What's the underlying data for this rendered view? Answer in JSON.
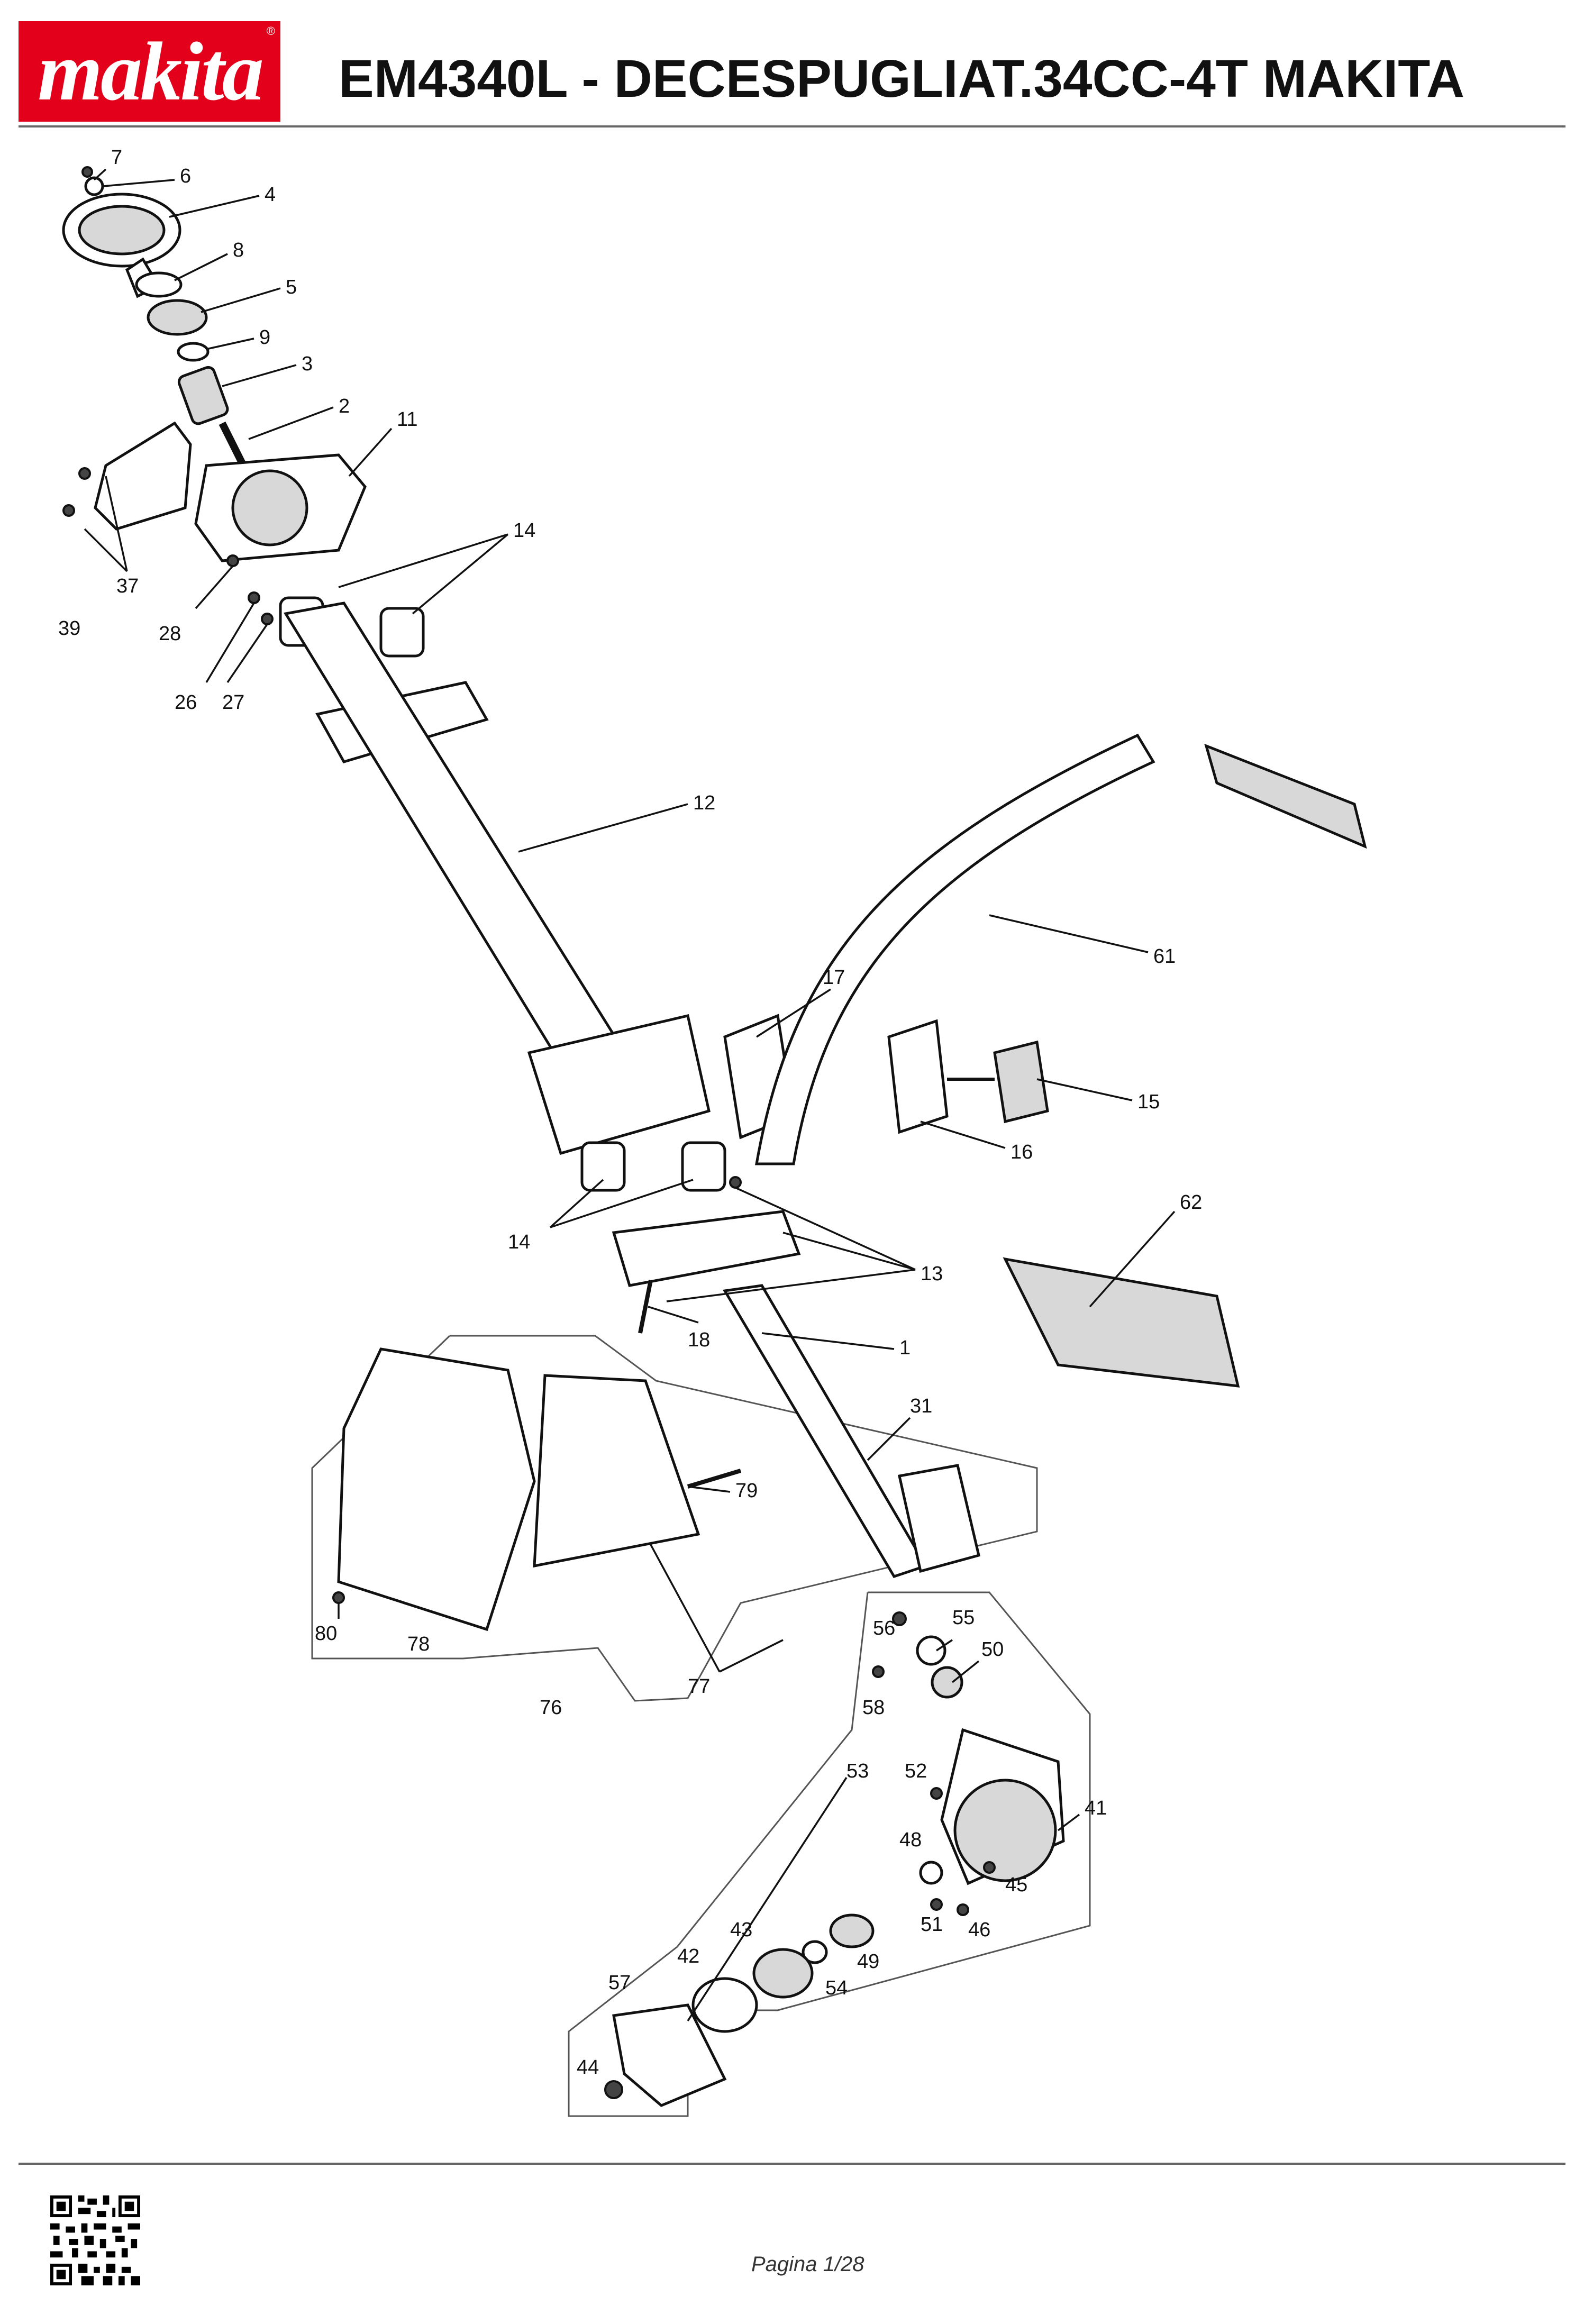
{
  "header": {
    "brand": "makita",
    "title": "EM4340L - DECESPUGLIAT.34CC-4T MAKITA"
  },
  "footer": {
    "page": "Pagina 1/28"
  },
  "icons": {
    "qr": "qr-code-icon"
  },
  "colors": {
    "brand_red": "#e2001a",
    "line": "#111111",
    "rule": "#666666"
  },
  "callouts": [
    "7",
    "6",
    "4",
    "8",
    "5",
    "9",
    "3",
    "2",
    "11",
    "14",
    "37",
    "39",
    "28",
    "26",
    "27",
    "12",
    "61",
    "17",
    "15",
    "16",
    "62",
    "14",
    "13",
    "18",
    "1",
    "31",
    "79",
    "80",
    "78",
    "76",
    "77",
    "55",
    "56",
    "50",
    "58",
    "53",
    "52",
    "41",
    "48",
    "45",
    "51",
    "46",
    "43",
    "42",
    "49",
    "54",
    "57",
    "44"
  ]
}
